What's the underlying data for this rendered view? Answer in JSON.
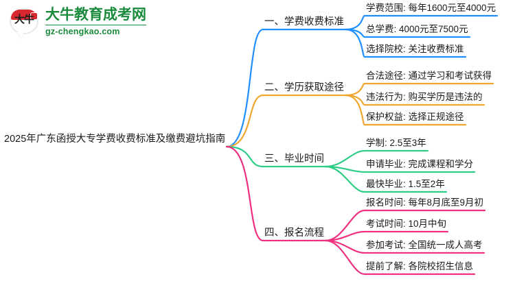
{
  "logo": {
    "mark_text": "大牛",
    "name_cn": "大牛教育成考网",
    "name_en": "gz-chengkao.com",
    "brand_green": "#1a8a3c",
    "brand_red": "#d7282f"
  },
  "mindmap": {
    "root": {
      "label": "2025年广东函授大专学费收费标准及缴费避坑指南"
    },
    "branches": [
      {
        "label": "一、学费收费标准",
        "color": "#1f8fff",
        "children": [
          {
            "label": "学费范围: 每年1600元至4000元"
          },
          {
            "label": "总学费: 4000元至7500元"
          },
          {
            "label": "选择院校: 关注收费标准"
          }
        ]
      },
      {
        "label": "二、学历获取途径",
        "color": "#f0a52e",
        "children": [
          {
            "label": "合法途径: 通过学习和考试获得"
          },
          {
            "label": "违法行为: 购买学历是违法的"
          },
          {
            "label": "保护权益: 选择正规途径"
          }
        ]
      },
      {
        "label": "三、毕业时间",
        "color": "#2ecc87",
        "children": [
          {
            "label": "学制: 2.5至3年"
          },
          {
            "label": "申请毕业: 完成课程和学分"
          },
          {
            "label": "最快毕业: 1.5至2年"
          }
        ]
      },
      {
        "label": "四、报名流程",
        "color": "#ef2f80",
        "children": [
          {
            "label": "报名时间: 每年8月底至9月初"
          },
          {
            "label": "考试时间: 10月中旬"
          },
          {
            "label": "参加考试: 全国统一成人高考"
          },
          {
            "label": "提前了解: 各院校招生信息"
          }
        ]
      }
    ]
  }
}
